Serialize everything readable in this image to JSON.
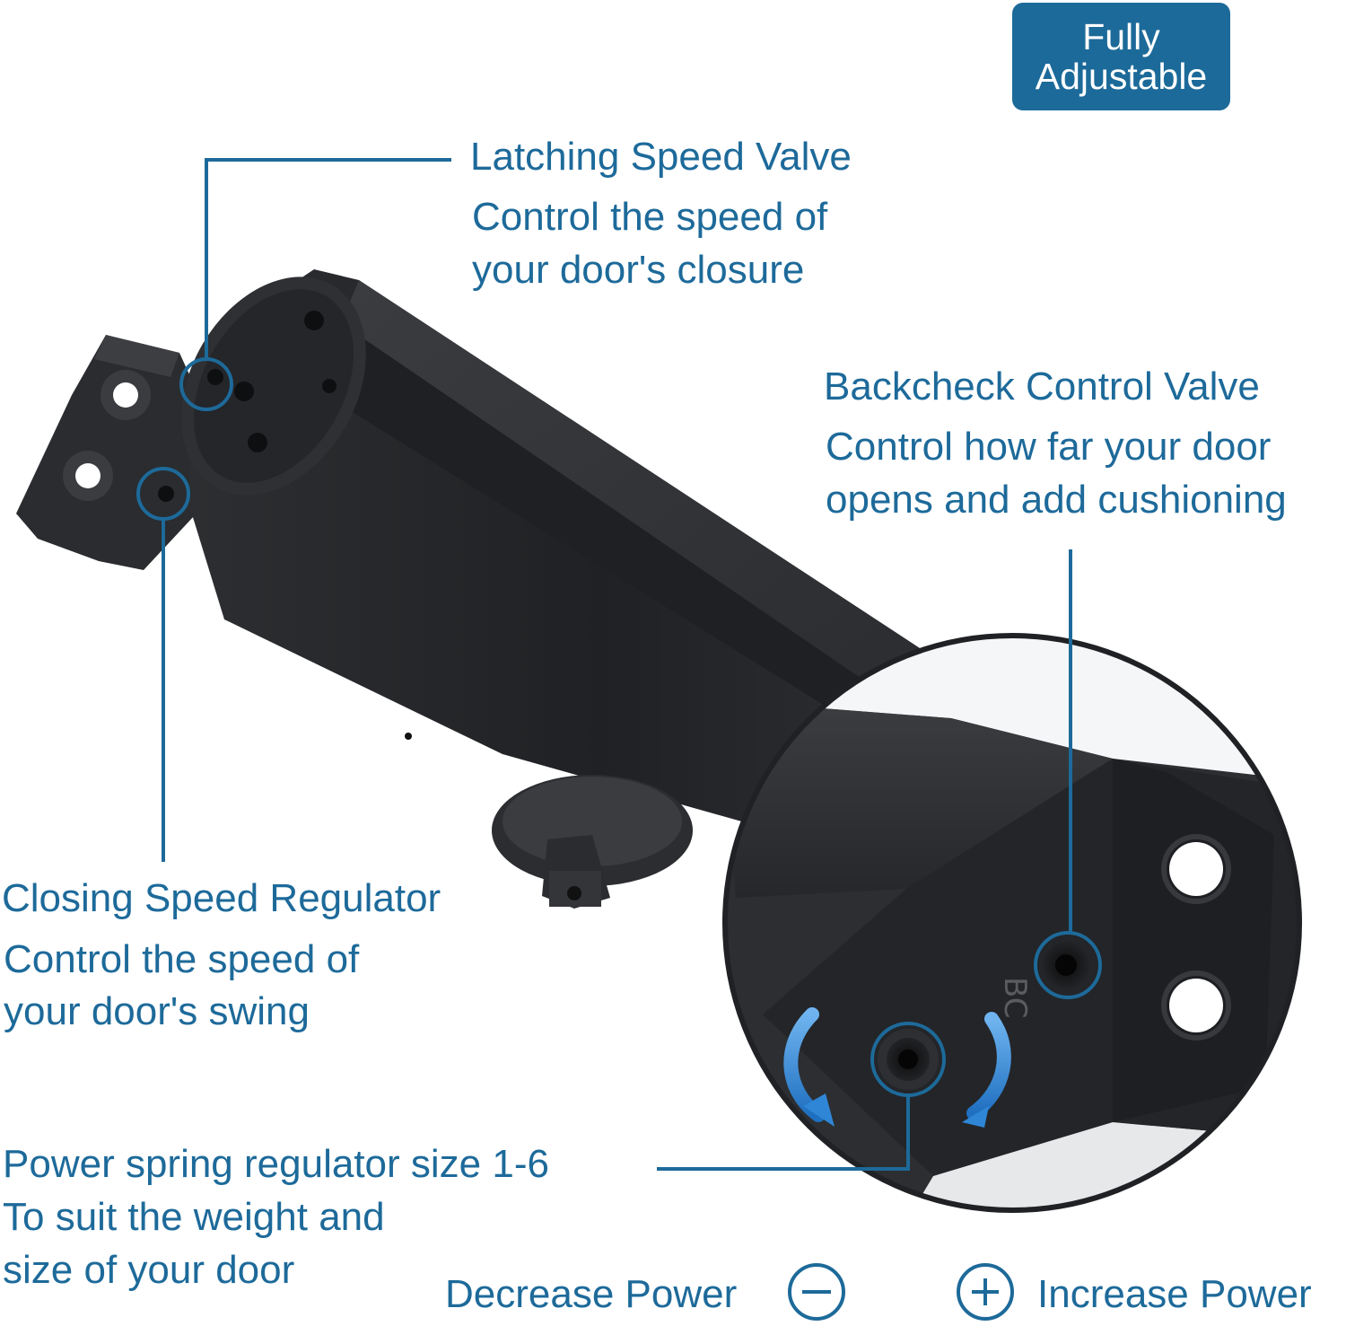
{
  "badge": {
    "line1": "Fully",
    "line2": "Adjustable"
  },
  "latching": {
    "title": "Latching Speed Valve",
    "line1": "Control the speed of",
    "line2": "your door's closure"
  },
  "backcheck": {
    "title": "Backcheck Control Valve",
    "line1": "Control how far your door",
    "line2": "opens and add cushioning"
  },
  "closing": {
    "title": "Closing Speed Regulator",
    "line1": "Control the speed of",
    "line2": "your door's swing"
  },
  "power": {
    "title": "Power spring regulator size 1-6",
    "line1": "To suit the weight and",
    "line2": "size of your door"
  },
  "controls": {
    "decrease_label": "Decrease Power",
    "decrease_symbol": "−",
    "increase_label": "Increase Power",
    "increase_symbol": "+"
  },
  "product_stamp": "BC",
  "colors": {
    "accent": "#1d6a9a",
    "badge_bg": "#1c6a99",
    "badge_text": "#ffffff",
    "body_dark": "#2b2d30",
    "arrow_blue": "#2f86d6"
  }
}
